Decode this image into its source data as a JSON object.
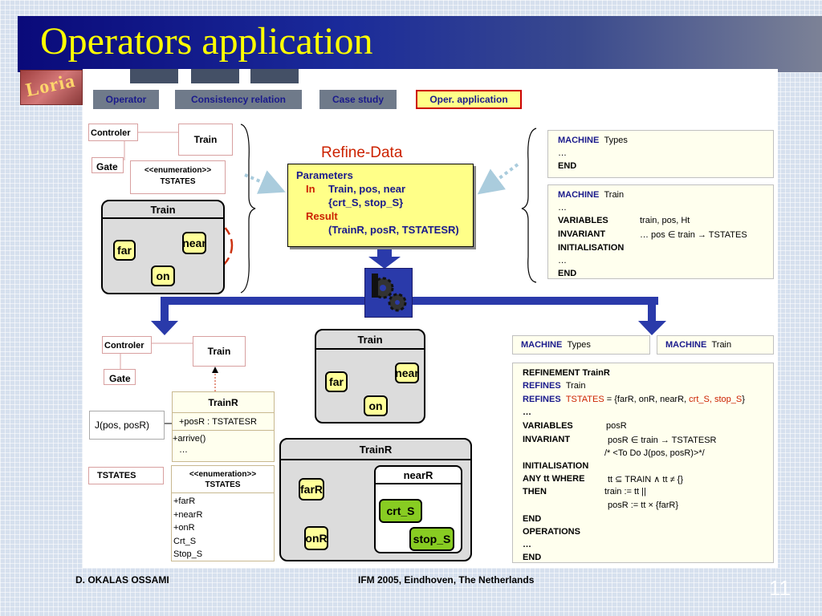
{
  "title": "Operators application",
  "logo_text": "Loria",
  "nav": [
    "Operator",
    "Consistency relation",
    "Case study",
    "Oper. application"
  ],
  "top_left": {
    "controler": "Controler",
    "train": "Train",
    "gate": "Gate",
    "enum_stereo": "<<enumeration>>",
    "enum_name": "TSTATES",
    "statechart_title": "Train",
    "states": [
      "far",
      "near",
      "on"
    ]
  },
  "refine": {
    "title": "Refine-Data",
    "parameters": "Parameters",
    "in_label": "In",
    "in_vars": "Train, pos,  near",
    "in_set": "{crt_S, stop_S}",
    "result": "Result",
    "result_value": "(TrainR, posR, TSTATESR)"
  },
  "top_right": {
    "types": {
      "machine": "MACHINE",
      "name": "Types",
      "dots": "…",
      "end": "END"
    },
    "train": {
      "machine": "MACHINE",
      "name": "Train",
      "dots": "…",
      "variables": "VARIABLES",
      "variables_val": "train, pos, Ht",
      "invariant": "INVARIANT",
      "invariant_val": "… pos ∈ train → TSTATES",
      "initialisation": "INITIALISATION",
      "dots2": "…",
      "end": "END"
    }
  },
  "bottom_left": {
    "controler": "Controler",
    "train": "Train",
    "gate": "Gate",
    "note": "J(pos, posR)",
    "trainr": "TrainR",
    "attr": "+posR : TSTATESR",
    "op": "+arrive()",
    "op_dots": "…",
    "tstates": "TSTATES",
    "enum_stereo": "<<enumeration>>",
    "enum_name": "TSTATES",
    "literals": [
      "+farR",
      "+nearR",
      "+onR",
      "Crt_S",
      "Stop_S"
    ]
  },
  "mid_statechart": {
    "title": "Train",
    "states": [
      "far",
      "near",
      "on"
    ]
  },
  "trainr_statechart": {
    "title": "TrainR",
    "states": [
      "farR",
      "onR"
    ],
    "nested_title": "nearR",
    "nested": [
      "crt_S",
      "stop_S"
    ]
  },
  "bottom_right": {
    "types_header": {
      "machine": "MACHINE",
      "name": "Types"
    },
    "train_header": {
      "machine": "MACHINE",
      "name": "Train"
    },
    "refinement": "REFINEMENT TrainR",
    "refines1": "REFINES",
    "refines1_val": "Train",
    "refines2": "REFINES",
    "refines2_val_red1": "TSTATES",
    "refines2_val_black1": " = {farR, onR, nearR, ",
    "refines2_val_red2": "crt_S, stop_S",
    "refines2_val_black2": "}",
    "dots1": "…",
    "variables": "VARIABLES",
    "variables_val": "posR",
    "invariant": "INVARIANT",
    "invariant_val": "posR ∈ train → TSTATESR",
    "comment": "/* <To Do J(pos, posR)>*/",
    "initialisation": "INITIALISATION",
    "any": "ANY  tt  WHERE",
    "any_val": "tt ⊆ TRAIN ∧ tt ≠ {}",
    "then": "THEN",
    "then_val": "train := tt ||",
    "then_val2": "posR := tt × {farR}",
    "end1": "END",
    "operations": "OPERATIONS",
    "dots2": "…",
    "end2": "END"
  },
  "footer": {
    "author": "D. OKALAS OSSAMI",
    "event": "IFM 2005, Eindhoven, The Netherlands",
    "page": "11"
  }
}
